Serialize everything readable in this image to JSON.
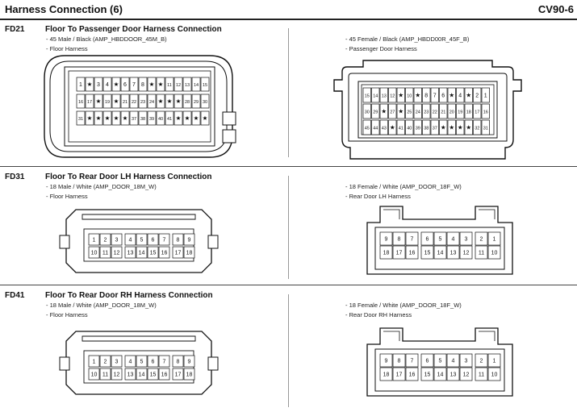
{
  "header": {
    "title": "Harness Connection (6)",
    "code": "CV90-6"
  },
  "sections": [
    {
      "id": "FD21",
      "title": "Floor To Passenger Door Harness Connection",
      "left_notes": [
        "- 45 Male / Black (AMP_HBDDOOR_45M_B)",
        "- Floor Harness"
      ],
      "right_notes": [
        "- 45 Female / Black (AMP_HBDD00R_45F_B)",
        "- Passenger Door Harness"
      ],
      "male_rows": [
        [
          "1",
          "★",
          "3",
          "4",
          "★",
          "6",
          "7",
          "8",
          "★",
          "★",
          "11",
          "12",
          "13",
          "14",
          "15"
        ],
        [
          "16",
          "17",
          "★",
          "19",
          "★",
          "21",
          "22",
          "23",
          "24",
          "★",
          "★",
          "★",
          "28",
          "29",
          "30"
        ],
        [
          "31",
          "★",
          "★",
          "★",
          "★",
          "★",
          "37",
          "38",
          "39",
          "40",
          "41",
          "★",
          "★",
          "★",
          "★"
        ]
      ],
      "female_rows": [
        [
          "15",
          "14",
          "13",
          "12",
          "★",
          "10",
          "★",
          "8",
          "7",
          "6",
          "★",
          "4",
          "★",
          "2",
          "1"
        ],
        [
          "30",
          "29",
          "★",
          "27",
          "★",
          "25",
          "24",
          "23",
          "22",
          "21",
          "20",
          "19",
          "18",
          "17",
          "16"
        ],
        [
          "45",
          "44",
          "43",
          "★",
          "41",
          "40",
          "39",
          "38",
          "37",
          "★",
          "★",
          "★",
          "★",
          "32",
          "31"
        ]
      ]
    },
    {
      "id": "FD31",
      "title": "Floor To Rear Door LH Harness Connection",
      "left_notes": [
        "- 18 Male / White (AMP_DOOR_18M_W)",
        "- Floor Harness"
      ],
      "right_notes": [
        "- 18 Female / White (AMP_DOOR_18F_W)",
        "- Rear Door LH Harness"
      ],
      "male_rows": [
        [
          "1",
          "2",
          "3",
          "4",
          "5",
          "6",
          "7",
          "8",
          "9"
        ],
        [
          "10",
          "11",
          "12",
          "13",
          "14",
          "15",
          "16",
          "17",
          "18"
        ]
      ],
      "female_rows": [
        [
          "9",
          "8",
          "7",
          "6",
          "5",
          "4",
          "3",
          "2",
          "1"
        ],
        [
          "18",
          "17",
          "16",
          "15",
          "14",
          "13",
          "12",
          "11",
          "10"
        ]
      ]
    },
    {
      "id": "FD41",
      "title": "Floor To Rear Door RH Harness Connection",
      "left_notes": [
        "- 18 Male / White (AMP_DOOR_18M_W)",
        "- Floor Harness"
      ],
      "right_notes": [
        "- 18 Female / White (AMP_DOOR_18F_W)",
        "- Rear Door RH Harness"
      ],
      "male_rows": [
        [
          "1",
          "2",
          "3",
          "4",
          "5",
          "6",
          "7",
          "8",
          "9"
        ],
        [
          "10",
          "11",
          "12",
          "13",
          "14",
          "15",
          "16",
          "17",
          "18"
        ]
      ],
      "female_rows": [
        [
          "9",
          "8",
          "7",
          "6",
          "5",
          "4",
          "3",
          "2",
          "1"
        ],
        [
          "18",
          "17",
          "16",
          "15",
          "14",
          "13",
          "12",
          "11",
          "10"
        ]
      ]
    }
  ]
}
